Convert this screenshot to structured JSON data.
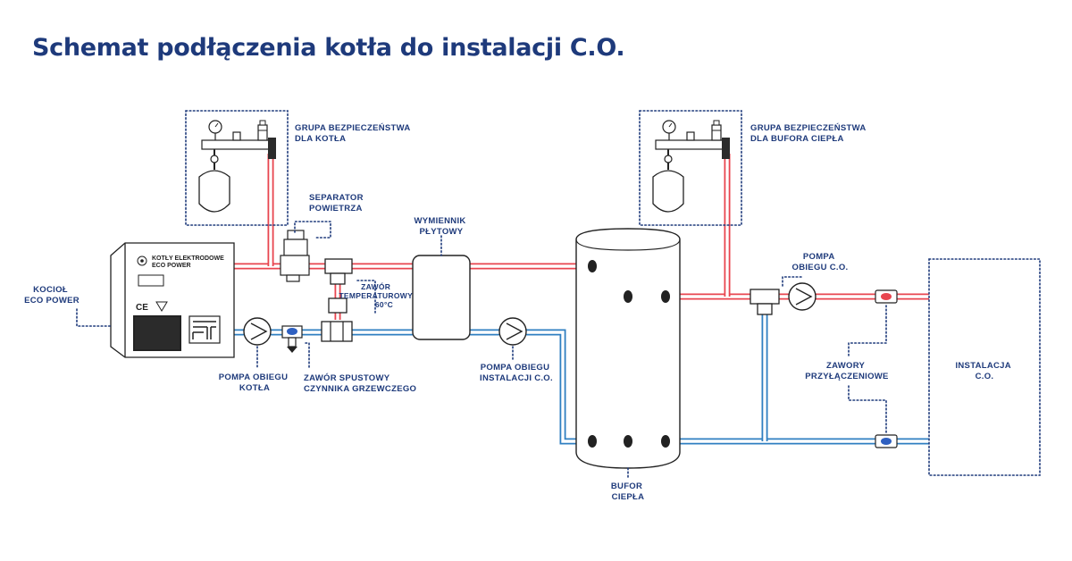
{
  "title": "Schemat podłączenia kotła do instalacji C.O.",
  "labels": {
    "boiler": [
      "KOCIOŁ",
      "ECO POWER"
    ],
    "boiler_panel": [
      "KOTŁY ELEKTRODOWE",
      "ECO POWER"
    ],
    "boiler_marks": "CE",
    "safety_group_boiler": [
      "GRUPA BEZPIECZEŃSTWA",
      "DLA KOTŁA"
    ],
    "air_separator": [
      "SEPARATOR",
      "POWIETRZA"
    ],
    "heat_exchanger": [
      "WYMIENNIK",
      "PŁYTOWY"
    ],
    "thermo_valve": [
      "ZAWÓR",
      "TEMPERATUROWY",
      "60°C"
    ],
    "boiler_pump": [
      "POMPA OBIEGU",
      "KOTŁA"
    ],
    "drain_valve": [
      "ZAWÓR SPUSTOWY",
      "CZYNNIKA GRZEWCZEGO"
    ],
    "ch_pump_inner": [
      "POMPA OBIEGU",
      "INSTALACJI C.O."
    ],
    "safety_group_buffer": [
      "GRUPA BEZPIECZEŃSTWA",
      "DLA BUFORA CIEPŁA"
    ],
    "ch_pump": [
      "POMPA",
      "OBIEGU C.O."
    ],
    "connection_valves": [
      "ZAWORY",
      "PRZYŁĄCZENIOWE"
    ],
    "buffer": [
      "BUFOR",
      "CIEPŁA"
    ],
    "installation": [
      "INSTALACJA",
      "C.O."
    ]
  },
  "colors": {
    "title": "#1e3a7b",
    "supply_pipe": "#e8454f",
    "return_pipe": "#2f7fc1",
    "label": "#1e3a7b"
  }
}
